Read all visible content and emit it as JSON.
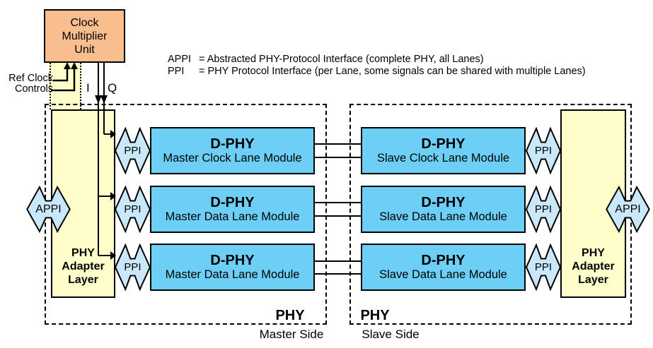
{
  "colors": {
    "module_blue": "#6DCFF6",
    "interface_arrow_blue": "#C9E8FA",
    "panel_yellow": "#FFFFCC",
    "cmu_orange": "#F9BE8E",
    "line_black": "#000000"
  },
  "clock_multiplier_unit": {
    "label": "Clock\nMultiplier\nUnit"
  },
  "ref_clock": {
    "label": "Ref Clock\nControls"
  },
  "signals": {
    "i_label": "I",
    "q_label": "Q"
  },
  "legend": {
    "lines": [
      {
        "term": "APPI",
        "definition": "= Abstracted PHY-Protocol Interface (complete PHY, all Lanes)"
      },
      {
        "term": "PPI",
        "definition": "= PHY Protocol Interface (per Lane, some signals can be shared with multiple Lanes)"
      }
    ]
  },
  "master": {
    "phy_label": "PHY",
    "side_label": "Master Side",
    "adapter_label": "PHY\nAdapter\nLayer",
    "appi_label": "APPI",
    "modules": [
      {
        "title": "D-PHY",
        "subtitle": "Master Clock Lane Module",
        "ppi_label": "PPI"
      },
      {
        "title": "D-PHY",
        "subtitle": "Master Data Lane Module",
        "ppi_label": "PPI"
      },
      {
        "title": "D-PHY",
        "subtitle": "Master Data Lane Module",
        "ppi_label": "PPI"
      }
    ]
  },
  "slave": {
    "phy_label": "PHY",
    "side_label": "Slave Side",
    "adapter_label": "PHY\nAdapter\nLayer",
    "appi_label": "APPI",
    "modules": [
      {
        "title": "D-PHY",
        "subtitle": "Slave Clock Lane Module",
        "ppi_label": "PPI"
      },
      {
        "title": "D-PHY",
        "subtitle": "Slave Data Lane Module",
        "ppi_label": "PPI"
      },
      {
        "title": "D-PHY",
        "subtitle": "Slave Data Lane Module",
        "ppi_label": "PPI"
      }
    ]
  }
}
